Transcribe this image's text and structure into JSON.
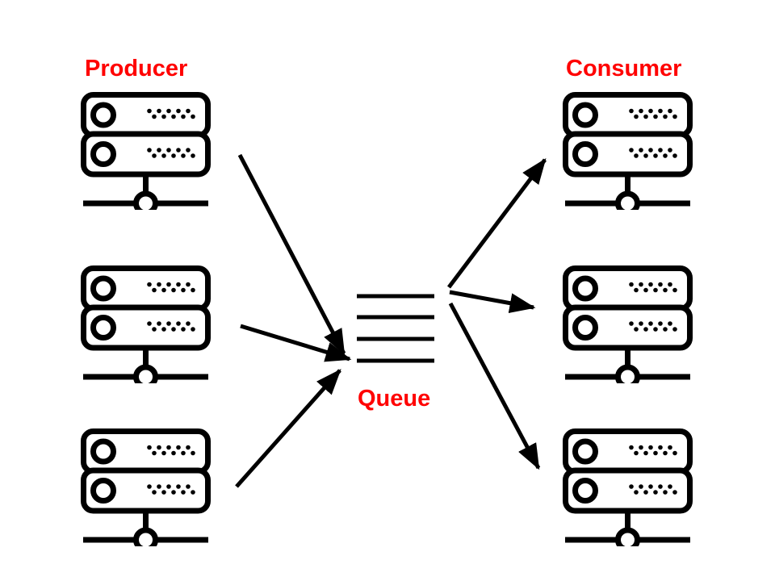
{
  "diagram": {
    "labels": {
      "producer": "Producer",
      "consumer": "Consumer",
      "queue": "Queue"
    },
    "colors": {
      "label_text": "#ff0000",
      "line": "#000000",
      "background": "#ffffff"
    },
    "nodes": [
      {
        "id": "producer-1",
        "type": "server",
        "group": "producer"
      },
      {
        "id": "producer-2",
        "type": "server",
        "group": "producer"
      },
      {
        "id": "producer-3",
        "type": "server",
        "group": "producer"
      },
      {
        "id": "queue",
        "type": "queue-lines"
      },
      {
        "id": "consumer-1",
        "type": "server",
        "group": "consumer"
      },
      {
        "id": "consumer-2",
        "type": "server",
        "group": "consumer"
      },
      {
        "id": "consumer-3",
        "type": "server",
        "group": "consumer"
      }
    ],
    "edges": [
      {
        "from": "producer-1",
        "to": "queue"
      },
      {
        "from": "producer-2",
        "to": "queue"
      },
      {
        "from": "producer-3",
        "to": "queue"
      },
      {
        "from": "queue",
        "to": "consumer-1"
      },
      {
        "from": "queue",
        "to": "consumer-2"
      },
      {
        "from": "queue",
        "to": "consumer-3"
      }
    ],
    "icons": {
      "server": "server-icon",
      "queue": "queue-lines-icon"
    }
  }
}
